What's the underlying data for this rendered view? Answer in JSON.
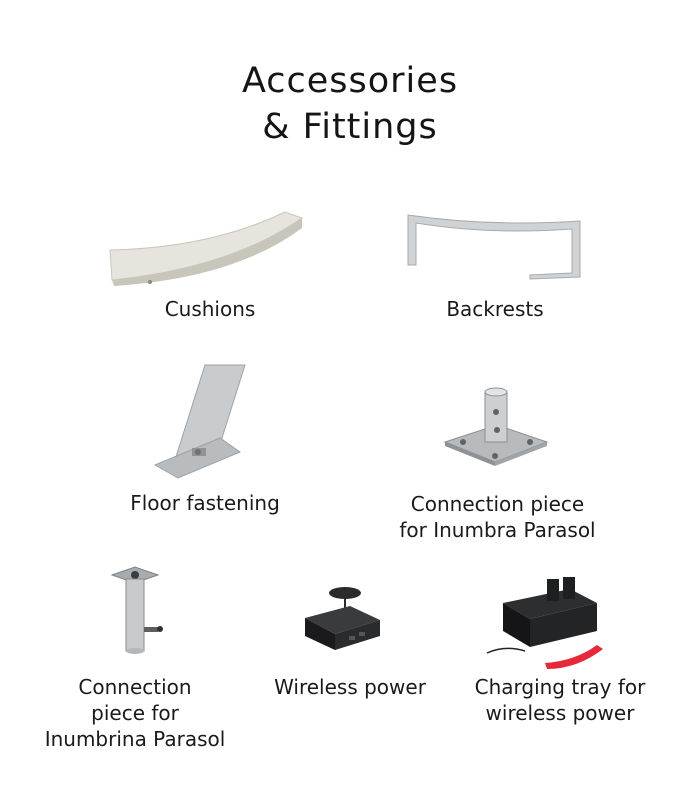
{
  "page": {
    "title_line1": "Accessories",
    "title_line2": "& Fittings"
  },
  "items": [
    {
      "icon": "cushion-icon",
      "label": "Cushions"
    },
    {
      "icon": "backrest-icon",
      "label": "Backrests"
    },
    {
      "icon": "floor-fastening-icon",
      "label": "Floor fastening"
    },
    {
      "icon": "connection-plate-icon",
      "label_line1": "Connection piece",
      "label_line2": "for Inumbra Parasol"
    },
    {
      "icon": "connection-tube-icon",
      "label_line1": "Connection",
      "label_line2": "piece for",
      "label_line3": "Inumbrina Parasol"
    },
    {
      "icon": "wireless-power-icon",
      "label": "Wireless power"
    },
    {
      "icon": "charging-tray-icon",
      "label_line1": "Charging tray for",
      "label_line2": "wireless power"
    }
  ],
  "colors": {
    "text": "#1a1a1a",
    "metal": "#c9ccce",
    "cushion": "#dedcd4",
    "black_plastic": "#1d1d1f",
    "accent_red": "#e5283a"
  }
}
